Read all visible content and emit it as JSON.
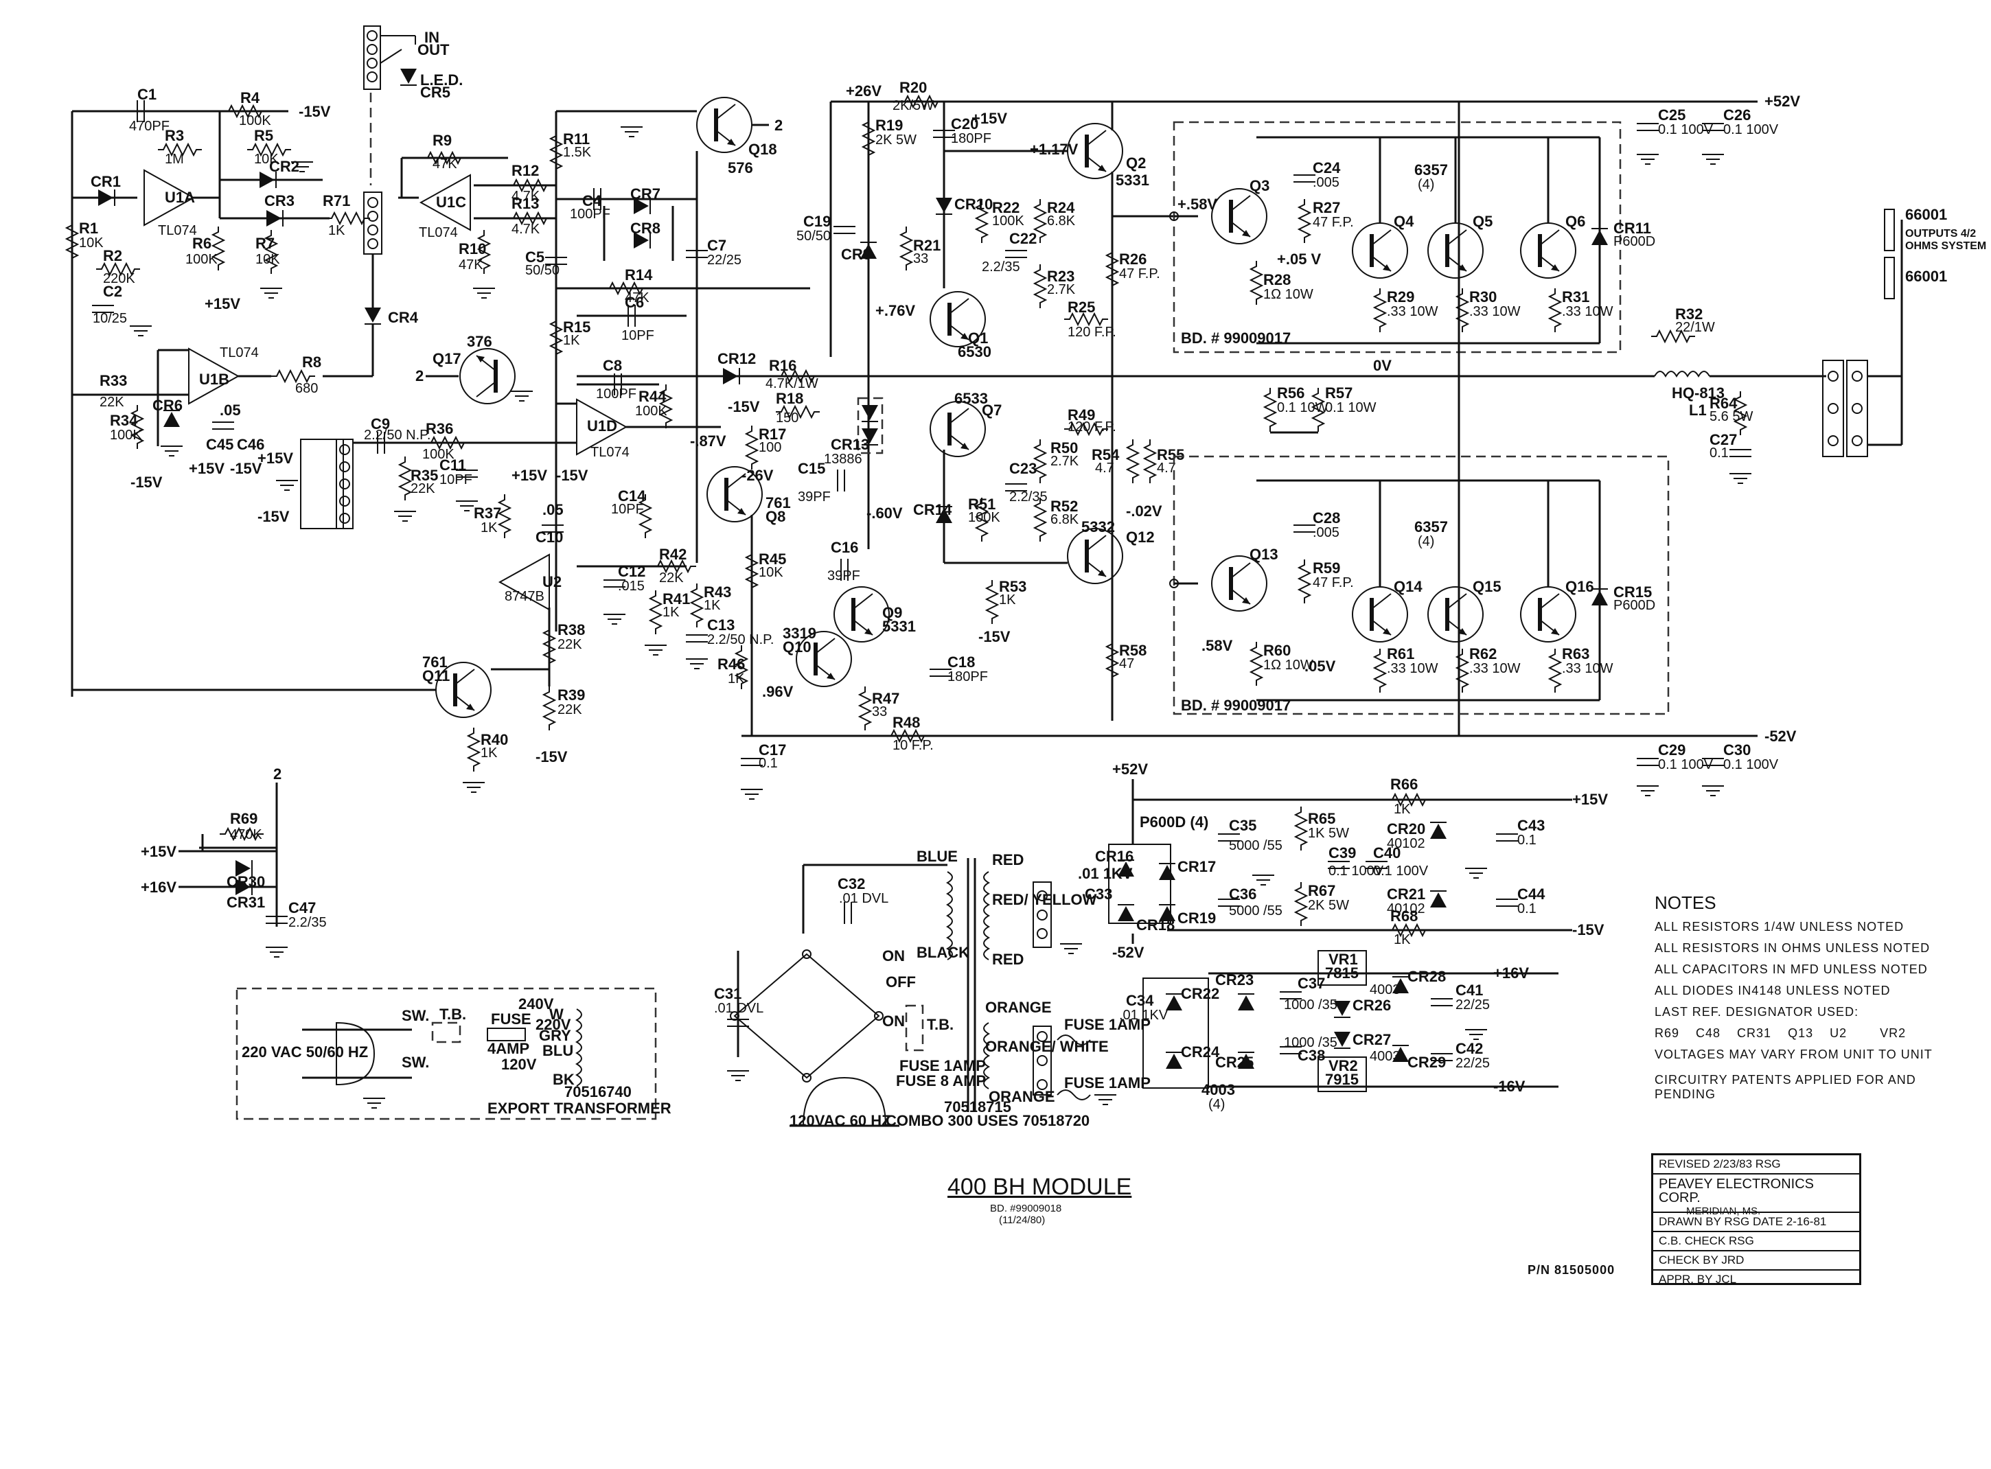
{
  "schematic": {
    "title": "400 BH MODULE",
    "board": "BD. #99009018",
    "date": "(11/24/80)",
    "part_number": "P/N 81505000",
    "rails": {
      "pos52": "+52V",
      "neg52": "-52V",
      "pos26": "+26V",
      "neg15": "-15V",
      "pos15": "+15V",
      "pos16": "+16V",
      "neg16": "-16V",
      "zero": "0V"
    },
    "switch": {
      "in": "IN",
      "out": "OUT",
      "led": "L.E.D.",
      "led_ref": "CR5"
    },
    "opamps": {
      "u1a": "U1A",
      "u1b": "U1B",
      "u1c": "U1C",
      "u1d": "U1D",
      "u2": "U2",
      "u2_part": "8747B",
      "tl074": "TL074"
    },
    "components": {
      "c1": "C1",
      "c1v": "470PF",
      "r4": "R4",
      "r4v": "100K",
      "r3": "R3",
      "r3v": "1M",
      "r5": "R5",
      "r5v": "10K",
      "cr1": "CR1",
      "cr2": "CR2",
      "cr3": "CR3",
      "r1": "R1",
      "r1v": "10K",
      "r2": "R2",
      "r2v": "220K",
      "c2": "C2",
      "c2v": "10/25",
      "r6": "R6",
      "r6v": "100K",
      "r7": "R7",
      "r7v": "10K",
      "r71": "R71",
      "r71v": "1K",
      "r9": "R9",
      "r9v": "47K",
      "r10": "R10",
      "r10v": "47K",
      "r12": "R12",
      "r12v": "4.7K",
      "r13": "R13",
      "r13v": "4.7K",
      "cr4": "CR4",
      "r8": "R8",
      "r8v": "680",
      "r33": "R33",
      "r33v": "22K",
      "r34": "R34",
      "r34v": "100K",
      "cr6": "CR6",
      "c45": "C45",
      "c46": "C46",
      "c45v": ".05",
      "q17": "Q17",
      "q17v": "376",
      "q18": "Q18",
      "q18v": "576",
      "r11": "R11",
      "r11v": "1.5K",
      "c4": "C4",
      "c4v": "100PF",
      "cr7": "CR7",
      "cr8": "CR8",
      "c5": "C5",
      "c5v": "50/50",
      "c7": "C7",
      "c7v": "22/25",
      "r14": "R14",
      "r14v": "47K",
      "c6": "C6",
      "c6v": "10PF",
      "r15": "R15",
      "r15v": "1K",
      "c8": "C8",
      "c8v": "100PF",
      "r44": "R44",
      "r44v": "100K",
      "c9": "C9",
      "c9v": "2.2/50 N.P.",
      "r36": "R36",
      "r36v": "100K",
      "r35": "R35",
      "r35v": "22K",
      "c11": "C11",
      "c11v": "10PF",
      "r37": "R37",
      "r37v": "1K",
      "c10": "C10",
      "c10v": ".05",
      "c14": "C14",
      "c14v": "10PF",
      "c12": "C12",
      "c12v": ".015",
      "r42": "R42",
      "r42v": "22K",
      "r41": "R41",
      "r41v": "1K",
      "r43": "R43",
      "r43v": "1K",
      "c13": "C13",
      "c13v": "2.2/50 N.P.",
      "r38": "R38",
      "r38v": "22K",
      "r39": "R39",
      "r39v": "22K",
      "q11": "Q11",
      "q11v": "761",
      "r40": "R40",
      "r40v": "1K",
      "r20": "R20",
      "r20v": "2K/5W",
      "c20": "C20",
      "c20v": "180PF",
      "r19": "R19",
      "r19v": "2K 5W",
      "cr10": "CR10",
      "r22": "R22",
      "r22v": "100K",
      "r24": "R24",
      "r24v": "6.8K",
      "c22": "C22",
      "c22v": "2.2/35",
      "r23": "R23",
      "r23v": "2.7K",
      "c19": "C19",
      "c19v": "50/50",
      "cr9": "CR9",
      "r21": "R21",
      "r21v": "33",
      "q1": "Q1",
      "q1v": "6530",
      "q2": "Q2",
      "q2v": "5331",
      "r25": "R25",
      "r25v": "120 F.P.",
      "r26": "R26",
      "r26v": "47 F.P.",
      "cr12": "CR12",
      "r16": "R16",
      "r16v": "4.7K/1W",
      "r18": "R18",
      "r18v": "150",
      "cr13": "CR13",
      "cr13v": "13886",
      "r17": "R17",
      "r17v": "100",
      "q8": "Q8",
      "q8v": "761",
      "c15": "C15",
      "c15v": "39PF",
      "q7": "Q7",
      "q7v": "6533",
      "r49": "R49",
      "r49v": "120 F.P.",
      "r50": "R50",
      "r50v": "2.7K",
      "c23": "C23",
      "c23v": "2.2/35",
      "r51": "R51",
      "r51v": "100K",
      "r52": "R52",
      "r52v": "6.8K",
      "cr14": "CR14",
      "r54": "R54",
      "r54v": "4.7",
      "r55": "R55",
      "r55v": "4.7",
      "q12": "Q12",
      "q12v": "5332",
      "r53": "R53",
      "r53v": "1K",
      "r45": "R45",
      "r45v": "10K",
      "c16": "C16",
      "c16v": "39PF",
      "q9": "Q9",
      "q9v": "5331",
      "q10": "Q10",
      "q10v": "3319",
      "r46": "R46",
      "r46v": "1K",
      "r47": "R47",
      "r47v": "33",
      "r48": "R48",
      "r48v": "10 F.P.",
      "c18": "C18",
      "c18v": "180PF",
      "c17": "C17",
      "c17v": "0.1",
      "r58": "R58",
      "r58v": "47",
      "q3": "Q3",
      "c24": "C24",
      "c24v": ".005",
      "r27": "R27",
      "r27v": "47 F.P.",
      "r28": "R28",
      "r28v": "1Ω 10W",
      "q4": "Q4",
      "q5": "Q5",
      "q6": "Q6",
      "r29": "R29",
      "r30": "R30",
      "r31": "R31",
      "rout_v": ".33 10W",
      "cr11": "CR11",
      "cr11v": "P600D",
      "trans_part": "6357",
      "trans_qty": "(4)",
      "bd_out": "BD. # 99009017",
      "c25": "C25",
      "c25v": "0.1 100V",
      "c26": "C26",
      "c26v": "0.1 100V",
      "r32": "R32",
      "r32v": "22/1W",
      "l1": "L1",
      "l1v": "HQ-813",
      "r64": "R64",
      "r64v": "5.6 5W",
      "c27": "C27",
      "c27v": "0.1",
      "r56": "R56",
      "r56v": "0.1 10W",
      "r57": "R57",
      "r57v": "0.1 10W",
      "q13": "Q13",
      "c28": "C28",
      "c28v": ".005",
      "r59": "R59",
      "r59v": "47 F.P.",
      "r60": "R60",
      "r60v": "1Ω 10W",
      "q14": "Q14",
      "q15": "Q15",
      "q16": "Q16",
      "r61": "R61",
      "r62": "R62",
      "r63": "R63",
      "cr15": "CR15",
      "cr15v": "P600D",
      "c29": "C29",
      "c29v": "0.1 100V",
      "c30": "C30",
      "c30v": "0.1 100V",
      "out_jack": "66001",
      "outputs": "OUTPUTS 4/2 OHMS SYSTEM",
      "r69": "R69",
      "r69v": "470K",
      "cr30": "CR30",
      "cr31": "CR31",
      "c47": "C47",
      "c47v": "2.2/35",
      "cr16": "CR16",
      "cr17": "CR17",
      "cr18": "CR18",
      "cr19": "CR19",
      "p600d4": "P600D (4)",
      "c33": "C33",
      "c33v": ".01 1KV",
      "c35": "C35",
      "c35v": "5000 /55",
      "c36": "C36",
      "c36v": "5000 /55",
      "r65": "R65",
      "r65v": "1K 5W",
      "r67": "R67",
      "r67v": "2K 5W",
      "c39": "C39",
      "c40": "C40",
      "c39v": "0.1 100V",
      "r66": "R66",
      "r66v": "1K",
      "r68": "R68",
      "r68v": "1K",
      "cr20": "CR20",
      "cr21": "CR21",
      "crz_v": "40102",
      "c43": "C43",
      "c44": "C44",
      "c43v": "0.1",
      "vr1": "VR1",
      "vr1v": "7815",
      "vr2": "VR2",
      "vr2v": "7915",
      "cr22": "CR22",
      "cr23": "CR23",
      "cr24": "CR24",
      "cr25": "CR25",
      "cr26": "CR26",
      "cr27": "CR27",
      "cr28": "CR28",
      "cr29": "CR29",
      "d4003": "4003",
      "d4003q": "(4)",
      "c34": "C34",
      "c34v": ".01 1KV",
      "c37": "C37",
      "c38": "C38",
      "c37v": "1000 /35",
      "c41": "C41",
      "c42": "C42",
      "c41v": "22/25",
      "c31": "C31",
      "c31v": ".01 DVL",
      "c32": "C32",
      "c32v": ".01 DVL",
      "blue": "BLUE",
      "black": "BLACK",
      "red": "RED",
      "red_yellow": "RED/ YELLOW",
      "orange": "ORANGE",
      "orange_white": "ORANGE/ WHITE",
      "fuse1": "FUSE 1AMP",
      "fuse8": "FUSE 8 AMP",
      "on": "ON",
      "off": "OFF",
      "tb": "T.B.",
      "trans_main": "70518715",
      "combo": "COMBO 300 USES 70518720",
      "ac120": "120VAC 60 HZ"
    },
    "voltages": {
      "v117": "+1.17V",
      "v58a": "+.58V",
      "v05a": "+.05 V",
      "v76": "+.76V",
      "v26n": "-26V",
      "v60n": "-.60V",
      "v87n": "-.87V",
      "v02n": "-.02V",
      "v96": ".96V",
      "v58b": ".58V",
      "v05b": ".05V"
    },
    "export": {
      "ac220": "220 VAC 50/60 HZ",
      "sw": "SW.",
      "tb": "T.B.",
      "fuse": "FUSE",
      "amp4": "4AMP",
      "v240": "240V",
      "v220": "220V",
      "v120": "120V",
      "w": "W",
      "gry": "GRY",
      "blu": "BLU",
      "bk": "BK",
      "part": "70516740",
      "title": "EXPORT TRANSFORMER"
    }
  },
  "notes": {
    "title": "NOTES",
    "lines": [
      "ALL RESISTORS 1/4W UNLESS NOTED",
      "ALL RESISTORS IN OHMS UNLESS NOTED",
      "ALL CAPACITORS IN MFD UNLESS NOTED",
      "ALL DIODES IN4148 UNLESS NOTED",
      "LAST REF. DESIGNATOR USED:",
      "R69    C48    CR31    Q13    U2        VR2",
      "VOLTAGES MAY VARY FROM UNIT TO UNIT",
      "CIRCUITRY PATENTS APPLIED FOR AND PENDING"
    ]
  },
  "title_block": {
    "revised": "REVISED  2/23/83  RSG",
    "company": "PEAVEY ELECTRONICS CORP.",
    "city": "MERIDIAN, MS.",
    "drawn": "DRAWN BY  RSG     DATE  2-16-81",
    "cb_check": "C.B. CHECK  RSG",
    "check": "CHECK BY  JRD",
    "appr": "APPR. BY  JCL"
  }
}
